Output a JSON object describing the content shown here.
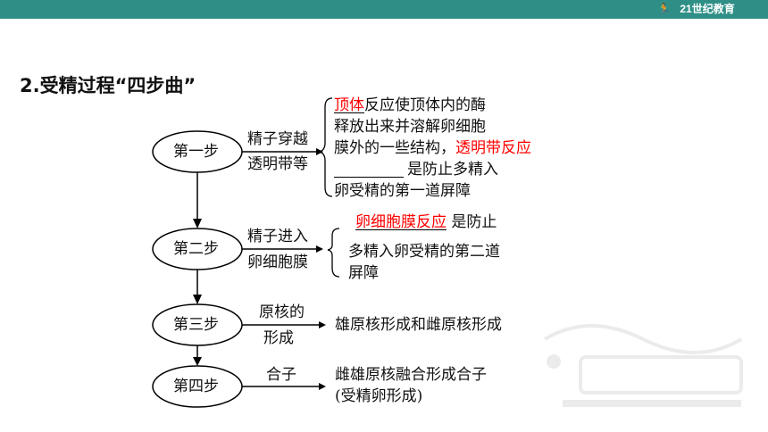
{
  "header": {
    "logo_text": "21世纪教育",
    "accent_color": "#2f8f87"
  },
  "slide": {
    "title": "2.受精过程“四步曲”",
    "steps": [
      {
        "label": "第一步",
        "arrow_top": "精子穿越",
        "arrow_bottom": "透明带等"
      },
      {
        "label": "第二步",
        "arrow_top": "精子进入",
        "arrow_bottom": "卵细胞膜"
      },
      {
        "label": "第三步",
        "arrow_top": "原核的",
        "arrow_bottom": "形成"
      },
      {
        "label": "第四步",
        "arrow_top": "合子",
        "arrow_bottom": ""
      }
    ],
    "step1_detail": {
      "answer1": "顶体",
      "line1_rest": "反应使顶体内的酶",
      "line2": "释放出来并溶解卵细胞",
      "line3_prefix": "膜外的一些结构，",
      "answer2": "透明带反应",
      "line4_rest": "是防止多精入",
      "line5": "卵受精的第一道屏障"
    },
    "step2_detail": {
      "answer": "卵细胞膜反应",
      "line1_rest": "是防止",
      "line2": "多精入卵受精的第二道",
      "line3": "屏障"
    },
    "step3_detail": "雄原核形成和雌原核形成",
    "step4_detail": {
      "line1": "雌雄原核融合形成合子",
      "line2": "(受精卵形成)"
    },
    "colors": {
      "answer": "#ff0000",
      "text": "#111111"
    }
  }
}
